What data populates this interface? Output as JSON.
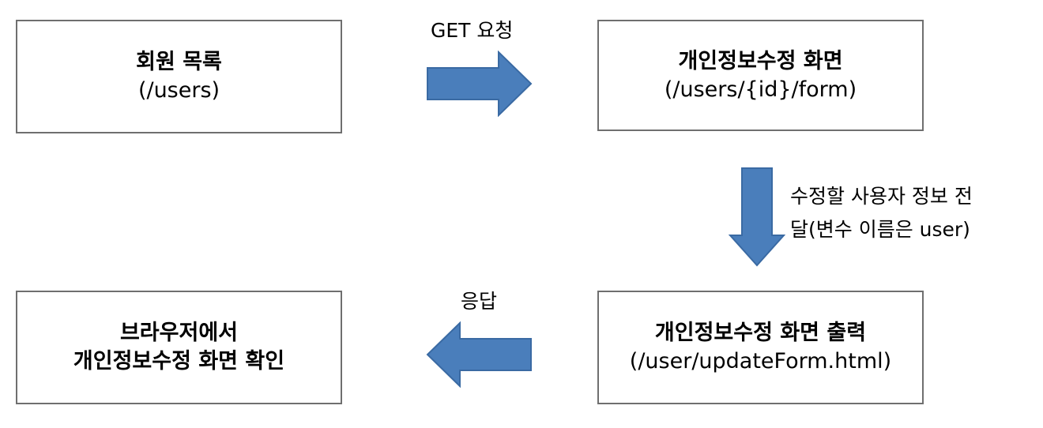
{
  "nodes": {
    "users_list": {
      "title": "회원 목록",
      "path": "(/users)"
    },
    "edit_form": {
      "title": "개인정보수정 화면",
      "path": "(/users/{id}/form)"
    },
    "edit_output": {
      "title": "개인정보수정 화면 출력",
      "path": "(/user/updateForm.html)"
    },
    "browser": {
      "line1": "브라우저에서",
      "line2": "개인정보수정 화면 확인"
    }
  },
  "edges": {
    "request": {
      "label": "GET 요청"
    },
    "pass_user": {
      "label_line1": "수정할 사용자 정보 전",
      "label_line2": "달(변수 이름은 user)"
    },
    "response": {
      "label": "응답"
    }
  },
  "colors": {
    "arrow_fill": "#4a7ebb",
    "arrow_stroke": "#3a6aa3",
    "box_border": "#6f6f6f"
  }
}
